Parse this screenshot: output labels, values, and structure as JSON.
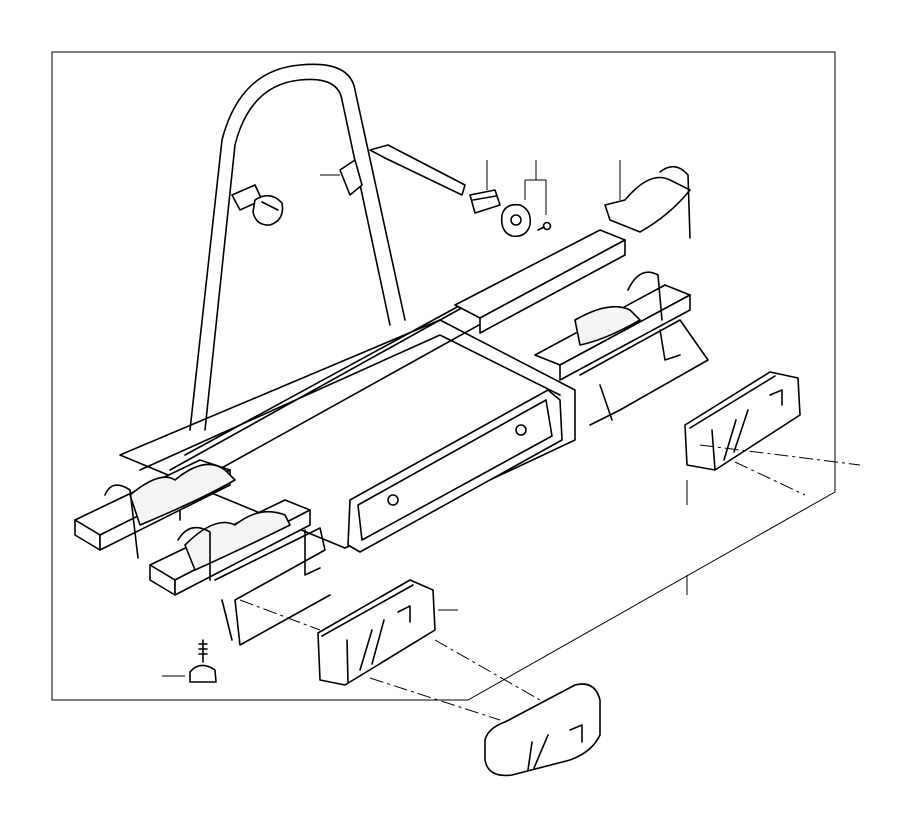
{
  "diagram": {
    "colors": {
      "line": "#000000",
      "background": "#ffffff"
    },
    "parts": [
      {
        "id": "bike-carrier-frame",
        "icon": "bike-carrier-icon"
      },
      {
        "id": "support-arm",
        "icon": "support-arm-icon"
      },
      {
        "id": "frame-clamp",
        "icon": "clamp-icon"
      },
      {
        "id": "clip-bracket",
        "icon": "clip-icon"
      },
      {
        "id": "lock-knob",
        "icon": "knob-icon"
      },
      {
        "id": "key",
        "icon": "key-icon"
      },
      {
        "id": "wheel-holder",
        "icon": "wheel-holder-icon"
      },
      {
        "id": "tail-light-left",
        "icon": "lamp-icon"
      },
      {
        "id": "tail-light-right",
        "icon": "lamp-icon"
      },
      {
        "id": "tail-light-lens",
        "icon": "lamp-icon"
      },
      {
        "id": "clamping-screw",
        "icon": "screw-icon"
      }
    ]
  }
}
